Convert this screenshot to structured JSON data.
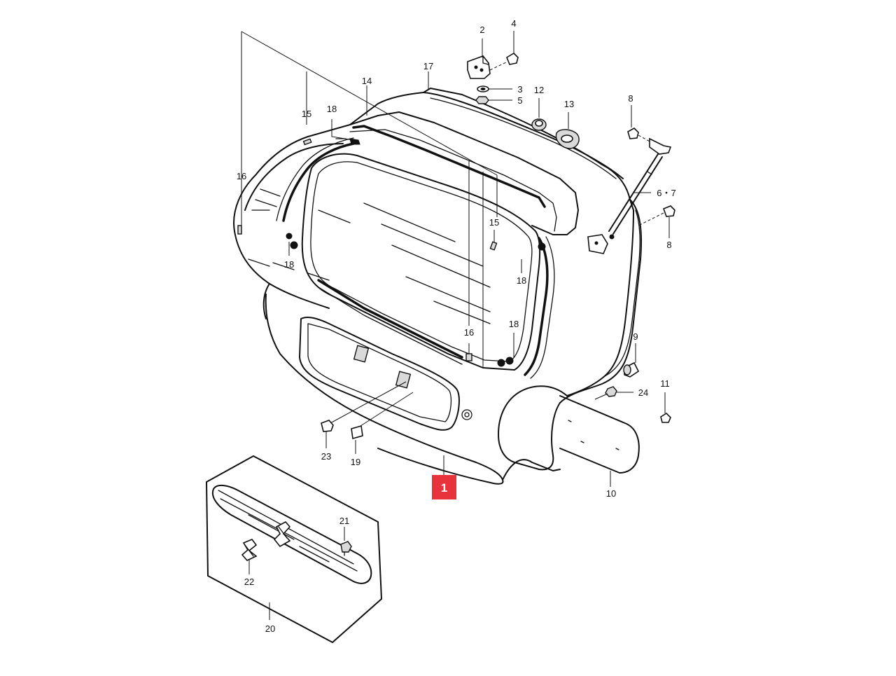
{
  "diagram": {
    "callout_color": "#e8323c",
    "callout": {
      "number": "1"
    },
    "part_numbers": {
      "p2": "2",
      "p3": "3",
      "p4": "4",
      "p5": "5",
      "p6_7": "6・7",
      "p8_top": "8",
      "p8_bottom": "8",
      "p9": "9",
      "p10": "10",
      "p11": "11",
      "p12": "12",
      "p13": "13",
      "p14": "14",
      "p15_left": "15",
      "p15_right": "15",
      "p16_left": "16",
      "p16_right": "16",
      "p17": "17",
      "p18_top": "18",
      "p18_left": "18",
      "p18_right": "18",
      "p18_lower": "18",
      "p19": "19",
      "p20": "20",
      "p21": "21",
      "p22": "22",
      "p23": "23",
      "p24": "24"
    }
  }
}
